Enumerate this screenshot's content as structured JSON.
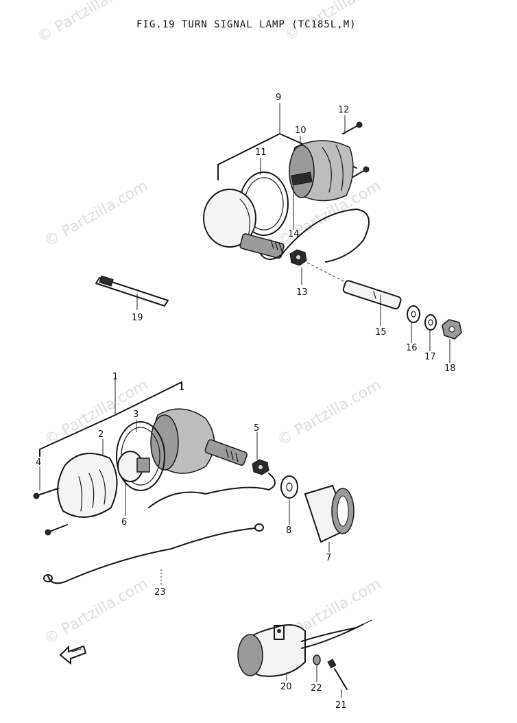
{
  "title": "FIG.19  TURN SIGNAL LAMP (TC185L,M)",
  "watermark": "© Partzilla.com",
  "callouts": {
    "c1": "1",
    "c1b": "1",
    "c2": "2",
    "c3": "3",
    "c4": "4",
    "c5": "5",
    "c6": "6",
    "c7": "7",
    "c8": "8",
    "c9": "9",
    "c10": "10",
    "c11": "11",
    "c12": "12",
    "c13": "13",
    "c14": "14",
    "c15": "15",
    "c16": "16",
    "c17": "17",
    "c18": "18",
    "c19": "19",
    "c20": "20",
    "c21": "21",
    "c22": "22",
    "c23": "23"
  }
}
